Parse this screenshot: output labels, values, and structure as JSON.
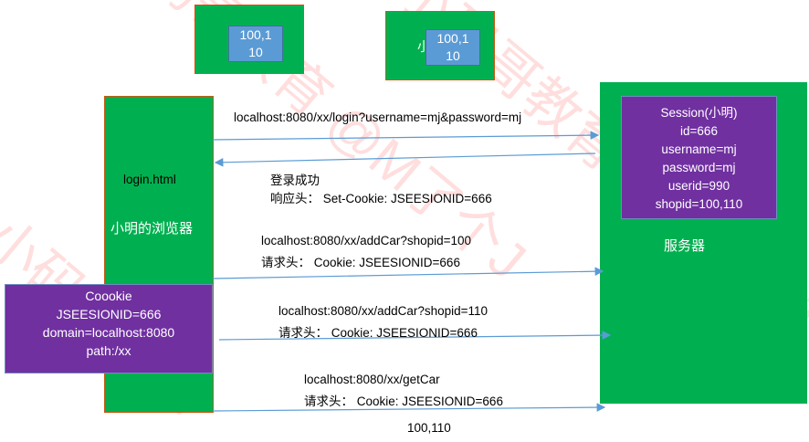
{
  "top_boxes": [
    {
      "value": "100,1\n10"
    },
    {
      "partial_label": "小",
      "value": "100,1\n10"
    }
  ],
  "browser": {
    "page": "login.html",
    "title": "小明的浏览器"
  },
  "server": {
    "title": "服务器"
  },
  "session": {
    "lines": [
      "Session(小明)",
      "id=666",
      "username=mj",
      "password=mj",
      "userid=990",
      "shopid=100,110"
    ]
  },
  "cookie": {
    "lines": [
      "Coookie",
      "JSEESIONID=666",
      "domain=localhost:8080",
      "path:/xx"
    ]
  },
  "requests": [
    {
      "line1": "localhost:8080/xx/login?username=mj&password=mj"
    },
    {
      "line1": "登录成功",
      "line2": "响应头： Set-Cookie: JSEESIONID=666"
    },
    {
      "line1": "localhost:8080/xx/addCar?shopid=100",
      "line2": "请求头： Cookie: JSEESIONID=666"
    },
    {
      "line1": "localhost:8080/xx/addCar?shopid=110",
      "line2": "请求头： Cookie: JSEESIONID=666"
    },
    {
      "line1": "localhost:8080/xx/getCar",
      "line2": "请求头： Cookie: JSEESIONID=666"
    }
  ],
  "result": "100,110",
  "colors": {
    "green": "#00b050",
    "purple": "#7030a0",
    "blue": "#5b9bd5",
    "arrow": "#5b9bd5"
  }
}
